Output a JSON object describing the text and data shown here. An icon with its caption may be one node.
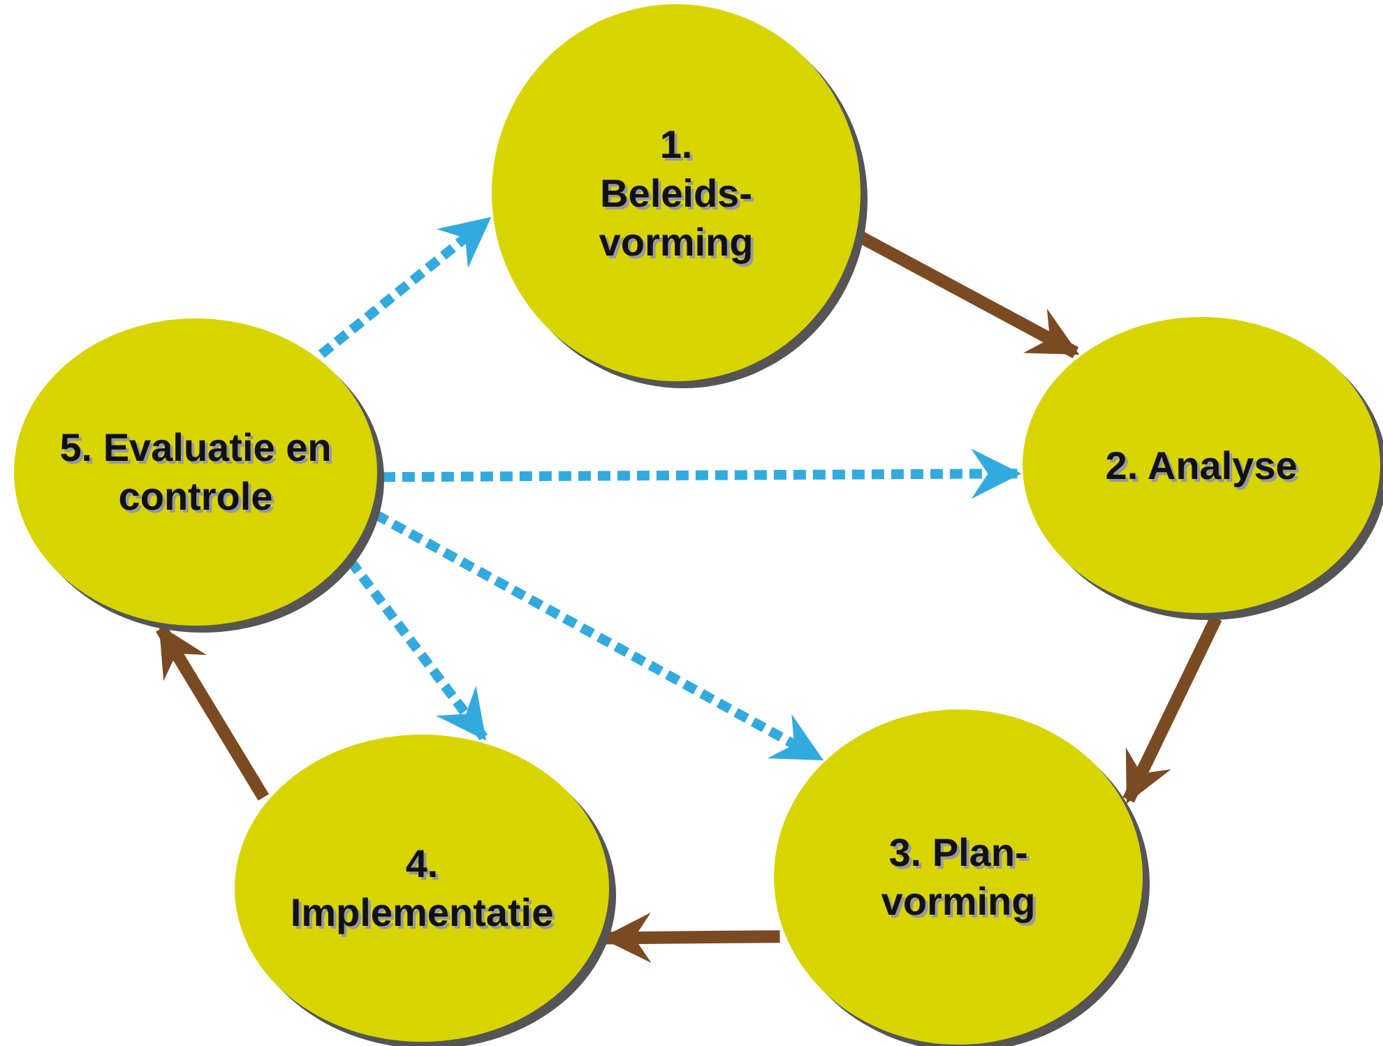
{
  "diagram": {
    "nodes": [
      {
        "text": [
          "1. Beleids- vorming"
        ]
      },
      {
        "text": [
          "2. Analyse"
        ]
      },
      {
        "text": [
          "3. Plan- vorming"
        ]
      },
      {
        "text": [
          "4. Implementatie"
        ]
      },
      {
        "text": [
          "5. Evaluatie en controle"
        ]
      }
    ],
    "edges": [
      {
        "from": 0,
        "to": 1,
        "arrow": "to"
      },
      {
        "from": 1,
        "to": 2,
        "arrow": "to"
      },
      {
        "from": 2,
        "to": 3,
        "arrow": "to"
      },
      {
        "from": 3,
        "to": 4,
        "arrow": "to"
      },
      {
        "from": 4,
        "to": 0,
        "arrow": "to",
        "style": "dashed",
        "color": "#33aadd"
      },
      {
        "from": 4,
        "to": 1,
        "arrow": "to",
        "style": "dashed",
        "color": "#33aadd"
      },
      {
        "from": 4,
        "to": 2,
        "arrow": "to",
        "style": "dashed",
        "color": "#33aadd"
      },
      {
        "from": 4,
        "to": 3,
        "arrow": "to",
        "style": "dashed",
        "color": "#33aadd"
      }
    ]
  }
}
